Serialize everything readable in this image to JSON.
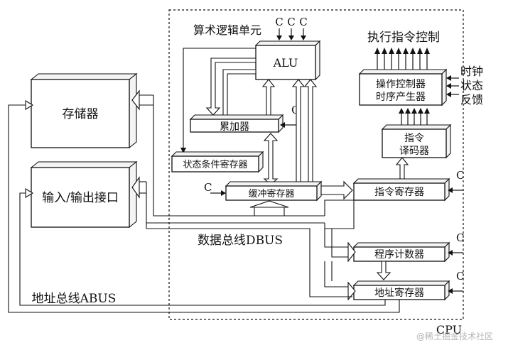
{
  "cpu_block": {
    "label": "CPU",
    "alu_title": "算术逻辑单元",
    "clock_label": "C",
    "alu_clocks": [
      "C",
      "C",
      "C"
    ]
  },
  "units": {
    "memory": "存储器",
    "io": "输入/输出接口",
    "alu": "ALU",
    "accumulator": "累加器",
    "status_register": "状态条件寄存器",
    "buffer_register": "缓冲寄存器",
    "instruction_register": "指令寄存器",
    "decoder_line1": "指令",
    "decoder_line2": "译码器",
    "controller_line1": "操作控制器",
    "controller_line2": "时序产生器",
    "program_counter": "程序计数器",
    "address_register": "地址寄存器"
  },
  "signals": {
    "exec_control": "执行指令控制",
    "clock": "时钟",
    "status": "状态",
    "feedback": "反馈"
  },
  "buses": {
    "data_bus": "数据总线DBUS",
    "address_bus": "地址总线ABUS"
  },
  "watermark": "@稀土掘金技术社区"
}
